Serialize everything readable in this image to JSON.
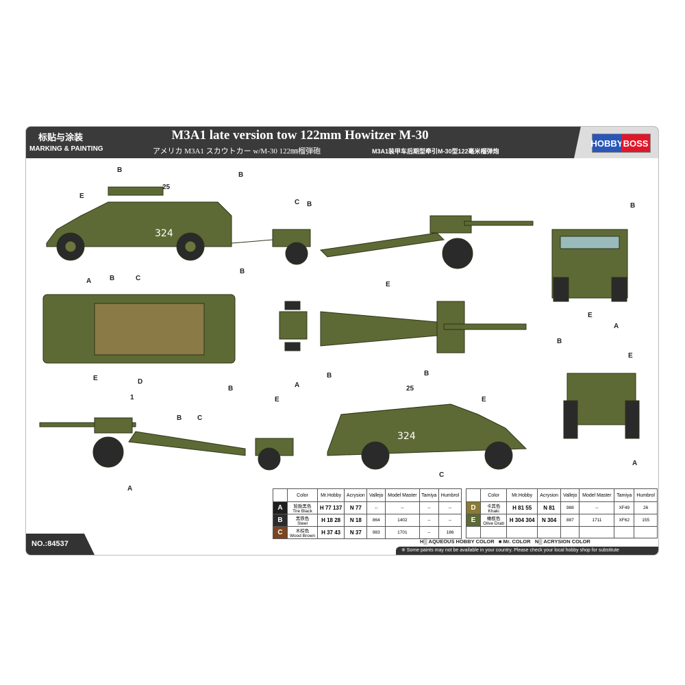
{
  "header": {
    "label_cn": "标贴与涂装",
    "label_en": "MARKING & PAINTING",
    "title": "M3A1  late version tow 122mm Howitzer M-30",
    "subtitle_jp": "アメリカ M3A1 スカウトカー w/M-30 122㎜榴弾砲",
    "subtitle_cn": "M3A1装甲车后期型牵引M-30型122毫米榴弹炮",
    "logo": "HOBBY BOSS"
  },
  "vehicle_number": "324",
  "callouts": [
    "E",
    "B",
    "25",
    "B",
    "A",
    "B",
    "C",
    "C",
    "B",
    "B",
    "E",
    "E",
    "D",
    "B",
    "A",
    "1",
    "B",
    "C",
    "E",
    "B",
    "B",
    "25",
    "E",
    "A",
    "C",
    "B",
    "E",
    "A",
    "B",
    "E",
    "A"
  ],
  "color_table": {
    "headers": [
      "Color",
      "Mr.Hobby",
      "Acrysion",
      "Vallejo",
      "Model Master",
      "Tamiya",
      "Humbrol"
    ],
    "rows": [
      {
        "code": "A",
        "name_cn": "轮胎黑色",
        "name_en": "Tire Black",
        "swatch": "#1e1e1e",
        "mrhobby_h": "77",
        "mrhobby_c": "137",
        "acrysion": "77",
        "vallejo": "--",
        "model_master": "--",
        "tamiya": "--",
        "humbrol": "--"
      },
      {
        "code": "B",
        "name_cn": "黑铁色",
        "name_en": "Steel",
        "swatch": "#2c2c2c",
        "mrhobby_h": "18",
        "mrhobby_c": "28",
        "acrysion": "18",
        "vallejo": "864",
        "model_master": "1402",
        "tamiya": "--",
        "humbrol": "--"
      },
      {
        "code": "C",
        "name_cn": "木棕色",
        "name_en": "Wood Brown",
        "swatch": "#7a4520",
        "mrhobby_h": "37",
        "mrhobby_c": "43",
        "acrysion": "37",
        "vallejo": "983",
        "model_master": "1701",
        "tamiya": "--",
        "humbrol": "186"
      },
      {
        "code": "D",
        "name_cn": "卡其色",
        "name_en": "Khaki",
        "swatch": "#8a7a35",
        "mrhobby_h": "81",
        "mrhobby_c": "55",
        "acrysion": "81",
        "vallejo": "988",
        "model_master": "--",
        "tamiya": "XF49",
        "humbrol": "26"
      },
      {
        "code": "E",
        "name_cn": "橄榄色",
        "name_en": "Olive Drab",
        "swatch": "#5d6a35",
        "mrhobby_h": "304",
        "mrhobby_c": "304",
        "acrysion": "304",
        "vallejo": "887",
        "model_master": "1711",
        "tamiya": "XF62",
        "humbrol": "155"
      }
    ]
  },
  "legend": {
    "h": "H▒ AQUEOUS HOBBY COLOR",
    "m": "■ Mr. COLOR",
    "n": "N▒ ACRYSION COLOR"
  },
  "footer_note": "※ Some paints may not be available in your country. Please check your local hobby shop for substitute",
  "product_no": "NO.:84537"
}
